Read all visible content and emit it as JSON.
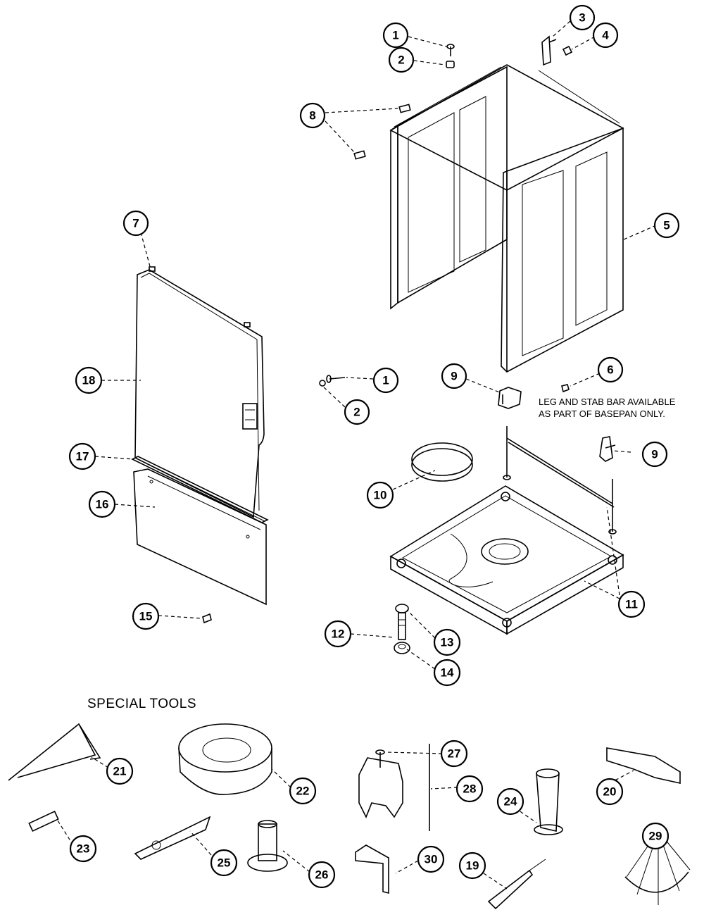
{
  "note": {
    "line1": "LEG AND STAB BAR AVAILABLE",
    "line2": "AS PART OF BASEPAN ONLY."
  },
  "special_tools_heading": "SPECIAL TOOLS",
  "callouts": [
    {
      "id": "c1a",
      "label": "1"
    },
    {
      "id": "c2a",
      "label": "2"
    },
    {
      "id": "c3",
      "label": "3"
    },
    {
      "id": "c4",
      "label": "4"
    },
    {
      "id": "c8",
      "label": "8"
    },
    {
      "id": "c5",
      "label": "5"
    },
    {
      "id": "c7",
      "label": "7"
    },
    {
      "id": "c18",
      "label": "18"
    },
    {
      "id": "c1b",
      "label": "1"
    },
    {
      "id": "c2b",
      "label": "2"
    },
    {
      "id": "c9a",
      "label": "9"
    },
    {
      "id": "c6",
      "label": "6"
    },
    {
      "id": "c17",
      "label": "17"
    },
    {
      "id": "c9b",
      "label": "9"
    },
    {
      "id": "c10",
      "label": "10"
    },
    {
      "id": "c16",
      "label": "16"
    },
    {
      "id": "c11",
      "label": "11"
    },
    {
      "id": "c15",
      "label": "15"
    },
    {
      "id": "c12",
      "label": "12"
    },
    {
      "id": "c13",
      "label": "13"
    },
    {
      "id": "c14",
      "label": "14"
    },
    {
      "id": "c21",
      "label": "21"
    },
    {
      "id": "c22",
      "label": "22"
    },
    {
      "id": "c27",
      "label": "27"
    },
    {
      "id": "c28",
      "label": "28"
    },
    {
      "id": "c24",
      "label": "24"
    },
    {
      "id": "c20",
      "label": "20"
    },
    {
      "id": "c23",
      "label": "23"
    },
    {
      "id": "c25",
      "label": "25"
    },
    {
      "id": "c26",
      "label": "26"
    },
    {
      "id": "c30",
      "label": "30"
    },
    {
      "id": "c19",
      "label": "19"
    },
    {
      "id": "c29",
      "label": "29"
    }
  ]
}
